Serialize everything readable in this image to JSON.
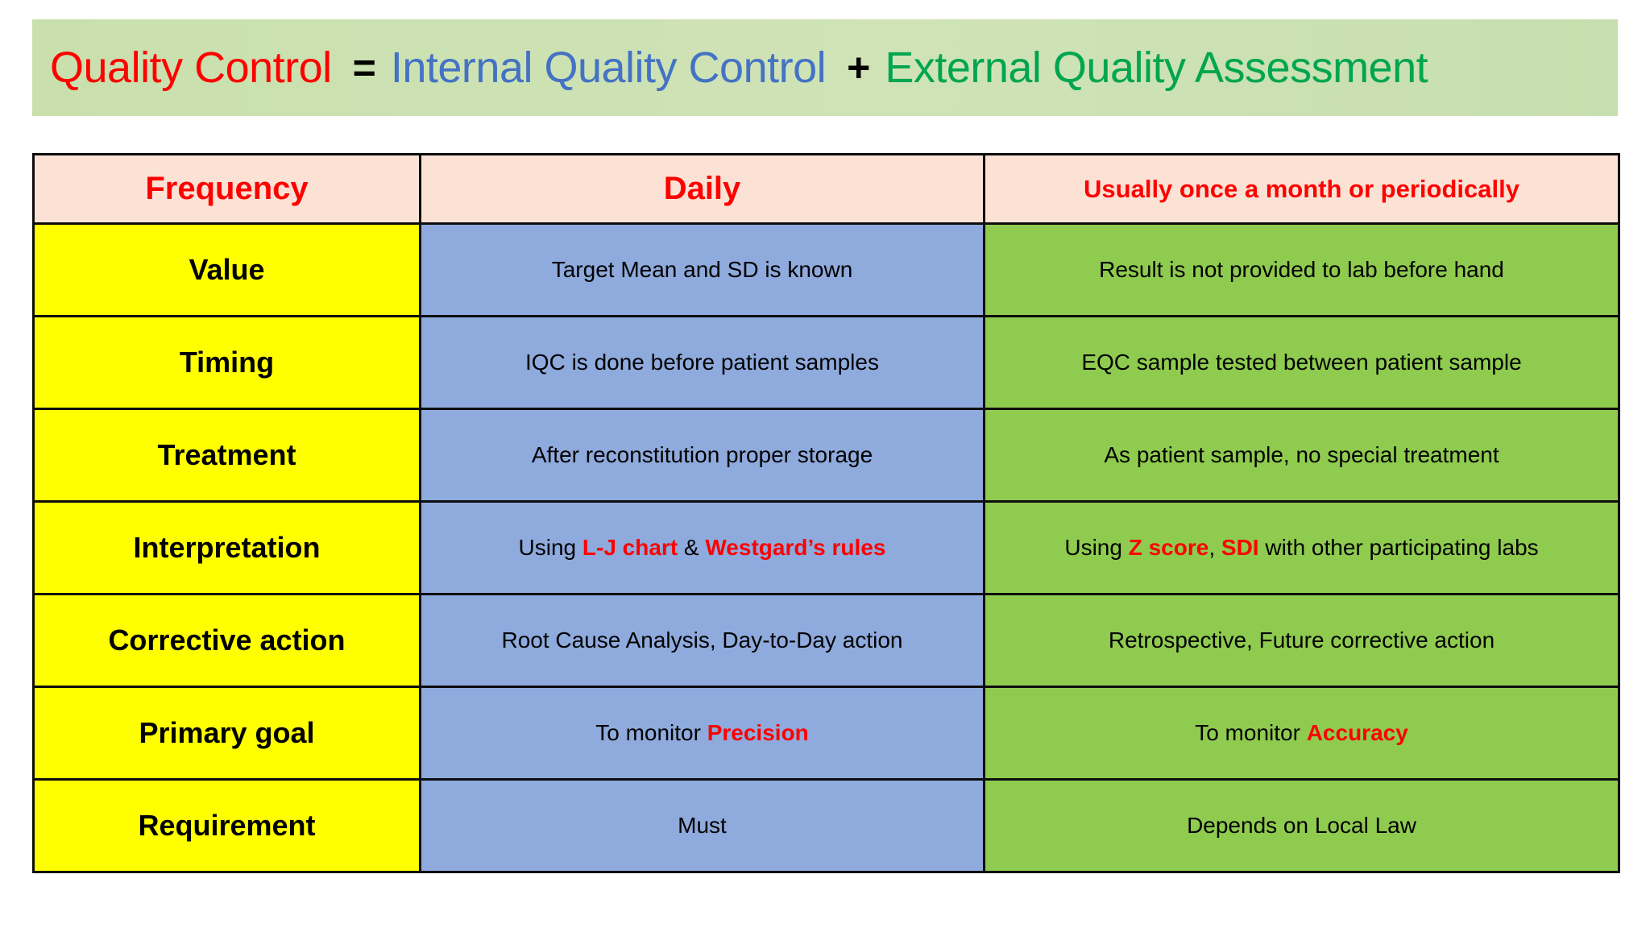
{
  "header": {
    "term_main": "Quality Control",
    "operator_equals": "=",
    "term_internal": "Internal Quality Control",
    "operator_plus": "+",
    "term_external": "External Quality Assessment",
    "colors": {
      "main": "#ff0000",
      "internal": "#4472c4",
      "external": "#00a550",
      "banner_bg": "#cfe3b7"
    }
  },
  "table": {
    "columns": [
      {
        "key": "attribute",
        "header": "Frequency"
      },
      {
        "key": "iqc",
        "header": "Daily"
      },
      {
        "key": "eqa",
        "header": "Usually once a month or periodically"
      }
    ],
    "header_color": "#ff0000",
    "column_colors": {
      "attribute": "#ffff00",
      "iqc": "#8faadc",
      "eqa": "#8fcb4f",
      "header_row": "#fbe2d5"
    },
    "rows": [
      {
        "attribute": "Value",
        "iqc": {
          "full": "Target Mean and SD is known",
          "segments": [
            {
              "text": "Target Mean and SD is known",
              "highlight": false
            }
          ]
        },
        "eqa": {
          "full": "Result is not provided to lab before hand",
          "segments": [
            {
              "text": "Result is not provided to lab before hand",
              "highlight": false
            }
          ]
        }
      },
      {
        "attribute": "Timing",
        "iqc": {
          "full": "IQC is done before patient samples",
          "segments": [
            {
              "text": "IQC is done before patient samples",
              "highlight": false
            }
          ]
        },
        "eqa": {
          "full": "EQC sample tested between patient sample",
          "segments": [
            {
              "text": "EQC sample tested between patient sample",
              "highlight": false
            }
          ]
        }
      },
      {
        "attribute": "Treatment",
        "iqc": {
          "full": "After reconstitution proper storage",
          "segments": [
            {
              "text": "After reconstitution proper storage",
              "highlight": false
            }
          ]
        },
        "eqa": {
          "full": "As patient sample, no special treatment",
          "segments": [
            {
              "text": "As patient sample, no special treatment",
              "highlight": false
            }
          ]
        }
      },
      {
        "attribute": "Interpretation",
        "iqc": {
          "full": "Using L-J chart & Westgard’s rules",
          "segments": [
            {
              "text": "Using ",
              "highlight": false
            },
            {
              "text": "L-J chart",
              "highlight": true
            },
            {
              "text": " & ",
              "highlight": false
            },
            {
              "text": "Westgard’s rules",
              "highlight": true
            }
          ]
        },
        "eqa": {
          "full": "Using Z score, SDI with other participating labs",
          "segments": [
            {
              "text": "Using ",
              "highlight": false
            },
            {
              "text": "Z score",
              "highlight": true
            },
            {
              "text": ", ",
              "highlight": false
            },
            {
              "text": "SDI",
              "highlight": true
            },
            {
              "text": " with other participating labs",
              "highlight": false
            }
          ]
        }
      },
      {
        "attribute": "Corrective action",
        "iqc": {
          "full": "Root Cause Analysis, Day-to-Day action",
          "segments": [
            {
              "text": "Root Cause Analysis, Day-to-Day action",
              "highlight": false
            }
          ]
        },
        "eqa": {
          "full": "Retrospective, Future corrective action",
          "segments": [
            {
              "text": "Retrospective, Future corrective action",
              "highlight": false
            }
          ]
        }
      },
      {
        "attribute": "Primary goal",
        "iqc": {
          "full": "To monitor Precision",
          "segments": [
            {
              "text": "To monitor ",
              "highlight": false
            },
            {
              "text": "Precision",
              "highlight": true
            }
          ]
        },
        "eqa": {
          "full": "To monitor Accuracy",
          "segments": [
            {
              "text": "To monitor ",
              "highlight": false
            },
            {
              "text": "Accuracy",
              "highlight": true
            }
          ]
        }
      },
      {
        "attribute": "Requirement",
        "iqc": {
          "full": "Must",
          "segments": [
            {
              "text": "Must",
              "highlight": false
            }
          ]
        },
        "eqa": {
          "full": "Depends on Local Law",
          "segments": [
            {
              "text": "Depends on Local Law",
              "highlight": false
            }
          ]
        }
      }
    ]
  }
}
